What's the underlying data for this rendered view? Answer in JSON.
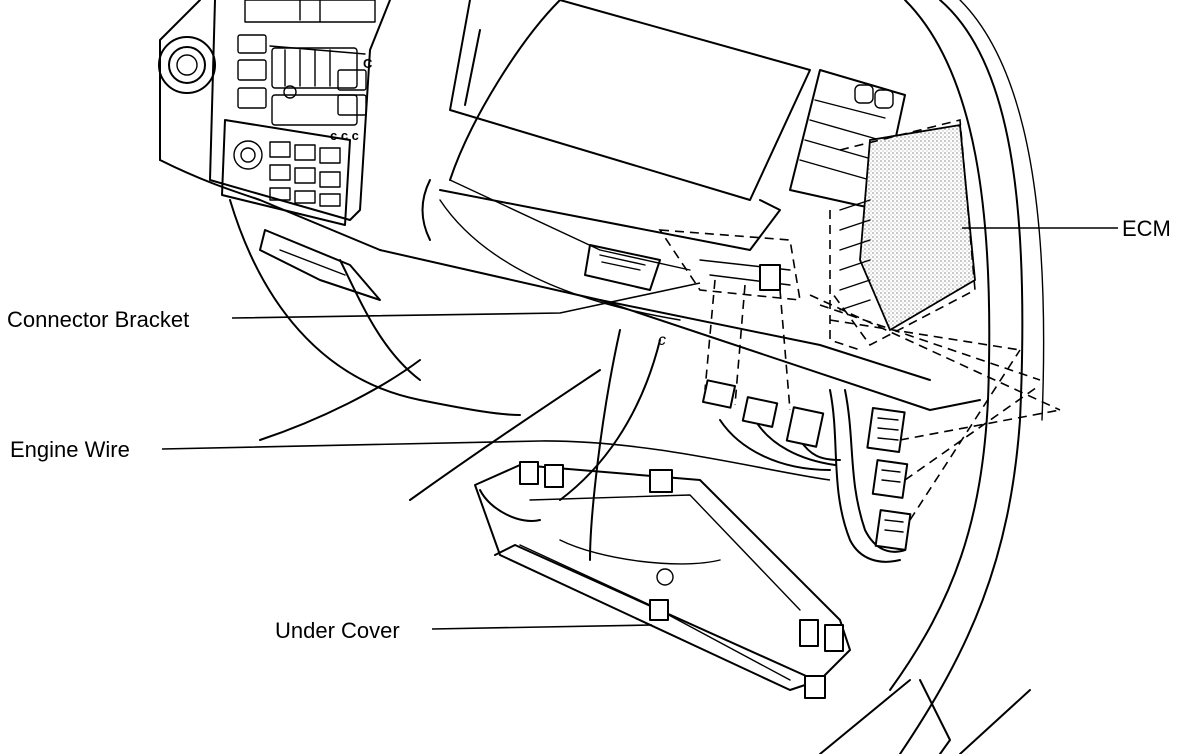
{
  "labels": {
    "ecm": "ECM",
    "connector_bracket": "Connector Bracket",
    "engine_wire": "Engine Wire",
    "under_cover": "Under Cover"
  },
  "panel_marks": {
    "top_c": "C",
    "ccc": "c c c",
    "dash_c": "c"
  },
  "colors": {
    "ink": "#000000",
    "background": "#ffffff",
    "ecm_shade": "#c8c8c8"
  }
}
